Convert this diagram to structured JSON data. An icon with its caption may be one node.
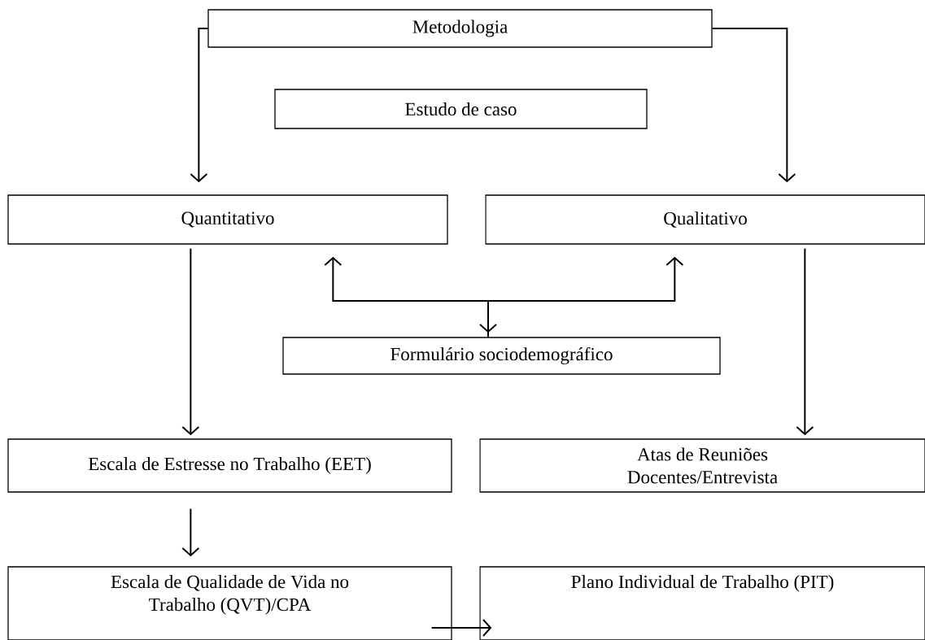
{
  "diagram": {
    "nodes": [
      {
        "text": [
          "Metodologia"
        ]
      },
      {
        "text": [
          "Estudo de caso"
        ]
      },
      {
        "text": [
          "Quantitativo"
        ]
      },
      {
        "text": [
          "Qualitativo"
        ]
      },
      {
        "text": [
          "Formulário sociodemográfico"
        ]
      },
      {
        "text": [
          "Escala de Estresse no Trabalho (EET)"
        ]
      },
      {
        "text": [
          "Atas de Reuniões Docentes/Entrevista"
        ]
      },
      {
        "text": [
          "Escala de Qualidade de Vida no Trabalho (QVT)/CPA"
        ]
      },
      {
        "text": [
          "Plano Individual de Trabalho (PIT)"
        ]
      }
    ],
    "edges": [
      {
        "from": 0,
        "to": 2,
        "arrow": "to"
      },
      {
        "from": 0,
        "to": 3,
        "arrow": "to"
      },
      {
        "from": 2,
        "to": 5,
        "arrow": "to"
      },
      {
        "from": 3,
        "to": 6,
        "arrow": "to"
      },
      {
        "from": 2,
        "to": 4,
        "arrow": "both"
      },
      {
        "from": 4,
        "to": 3,
        "arrow": "to"
      },
      {
        "from": 5,
        "to": 7,
        "arrow": "to"
      },
      {
        "from": 7,
        "to": 8,
        "arrow": "to"
      }
    ]
  }
}
